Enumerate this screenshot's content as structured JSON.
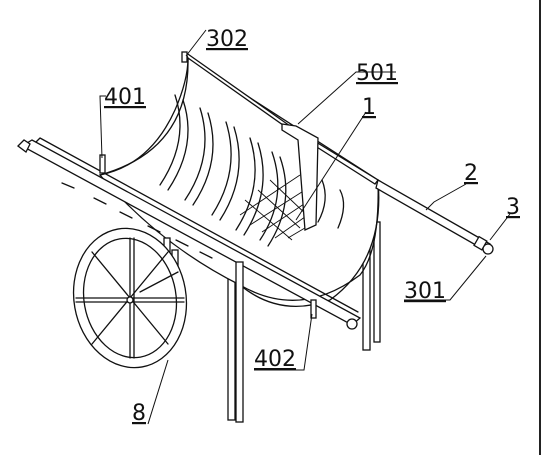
{
  "labels": {
    "l302": "302",
    "l501": "501",
    "l401": "401",
    "l1": "1",
    "l2": "2",
    "l3": "3",
    "l301": "301",
    "l402": "402",
    "l8": "8"
  }
}
